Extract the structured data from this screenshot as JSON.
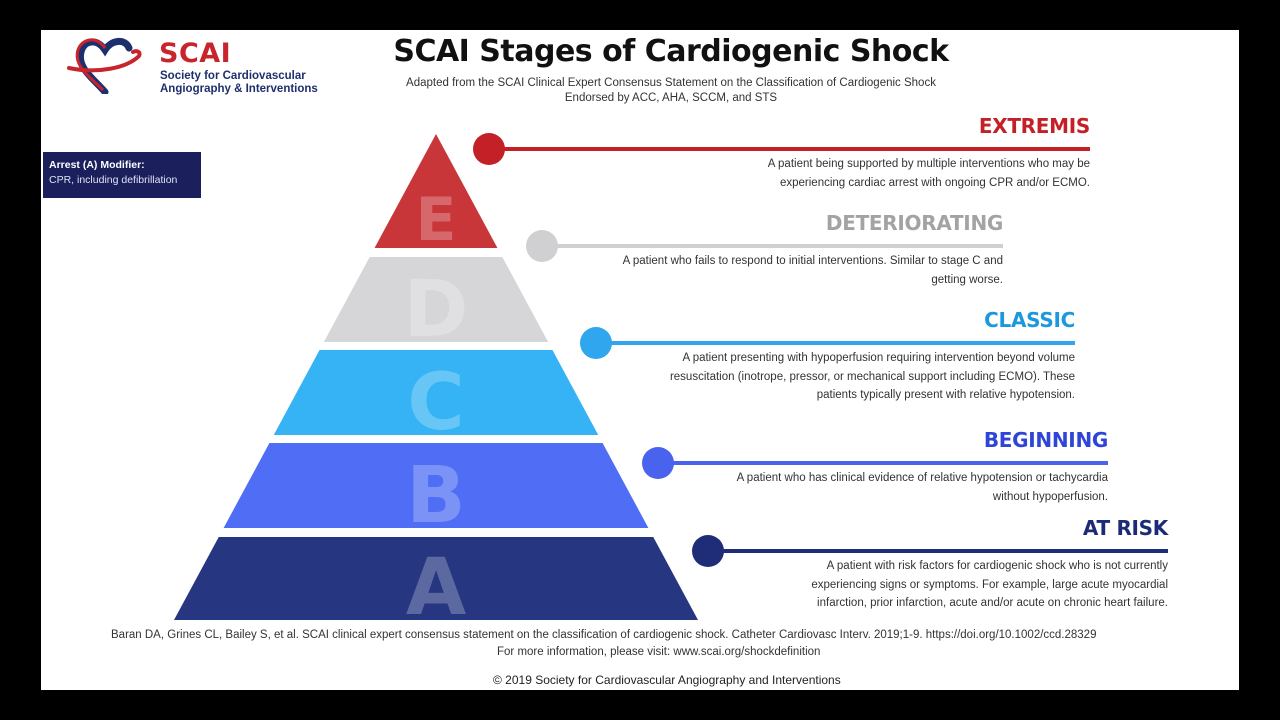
{
  "logo": {
    "name": "SCAI",
    "subtitle_line1": "Society for Cardiovascular",
    "subtitle_line2": "Angiography & Interventions"
  },
  "header": {
    "title": "SCAI Stages of Cardiogenic Shock",
    "subtitle_line1": "Adapted from the SCAI Clinical Expert Consensus Statement on the Classification of Cardiogenic Shock",
    "subtitle_line2": "Endorsed by ACC, AHA, SCCM, and STS"
  },
  "arrest_modifier": {
    "title": "Arrest (A) Modifier:",
    "text": "CPR, including defibrillation"
  },
  "stages": [
    {
      "letter": "E",
      "name": "EXTREMIS",
      "color": "#c8363a",
      "line_color": "#c42027",
      "desc_lines": [
        "A patient being supported by multiple interventions who may be",
        "experiencing cardiac arrest with ongoing CPR and/or ECMO."
      ]
    },
    {
      "letter": "D",
      "name": "DETERIORATING",
      "color": "#d6d6d8",
      "line_color": "#d0d0d2",
      "name_color": "#a3a3a6",
      "desc_lines": [
        "A patient who fails to respond to initial interventions. Similar to stage C and",
        "getting worse."
      ]
    },
    {
      "letter": "C",
      "name": "CLASSIC",
      "color": "#36b3f4",
      "line_color": "#2fa6ee",
      "name_color": "#1c98dc",
      "desc_lines": [
        "A patient presenting with hypoperfusion requiring intervention beyond volume",
        "resuscitation (inotrope, pressor, or mechanical support including ECMO). These",
        "patients typically present with relative hypotension."
      ]
    },
    {
      "letter": "B",
      "name": "BEGINNING",
      "color": "#4f6ef5",
      "line_color": "#4a63ee",
      "name_color": "#2f45d6",
      "desc_lines": [
        "A patient who has clinical evidence of relative hypotension or tachycardia",
        "without hypoperfusion."
      ]
    },
    {
      "letter": "A",
      "name": "AT RISK",
      "color": "#263680",
      "line_color": "#1f2c78",
      "name_color": "#1c2b78",
      "desc_lines": [
        "A patient with risk factors for cardiogenic shock who is not currently",
        "experiencing signs or symptoms. For example, large acute myocardial",
        "infarction, prior infarction, acute and/or acute on chronic heart failure."
      ]
    }
  ],
  "footer": {
    "citation": "Baran DA, Grines CL, Bailey S, et al. SCAI clinical expert consensus statement on the classification of cardiogenic shock. Catheter Cardiovasc Interv. 2019;1-9. https://doi.org/10.1002/ccd.28329",
    "more_info": "For more information, please visit: www.scai.org/shockdefinition",
    "copyright": "© 2019 Society for Cardiovascular Angiography and Interventions"
  }
}
